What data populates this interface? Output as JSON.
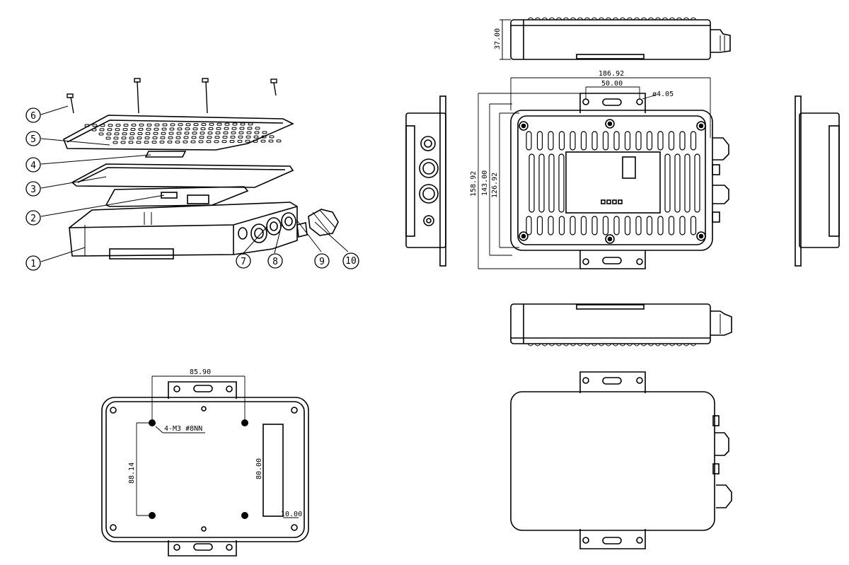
{
  "callouts": [
    "1",
    "2",
    "3",
    "4",
    "5",
    "6",
    "7",
    "8",
    "9",
    "10"
  ],
  "top_view": {
    "height_dim": "37.00"
  },
  "front_view": {
    "overall_width": "186.92",
    "mount_spacing": "50.00",
    "hole_diameter": "ø4.05",
    "overall_height": "158.92",
    "body_height": "143.00",
    "inner_height": "126.92"
  },
  "back_view": {
    "hole_spacing": "85.90",
    "hole_label": "4-M3 #8NN",
    "vertical_spacing": "88.14",
    "slot_height": "80.00",
    "slot_offset": "10.00"
  }
}
